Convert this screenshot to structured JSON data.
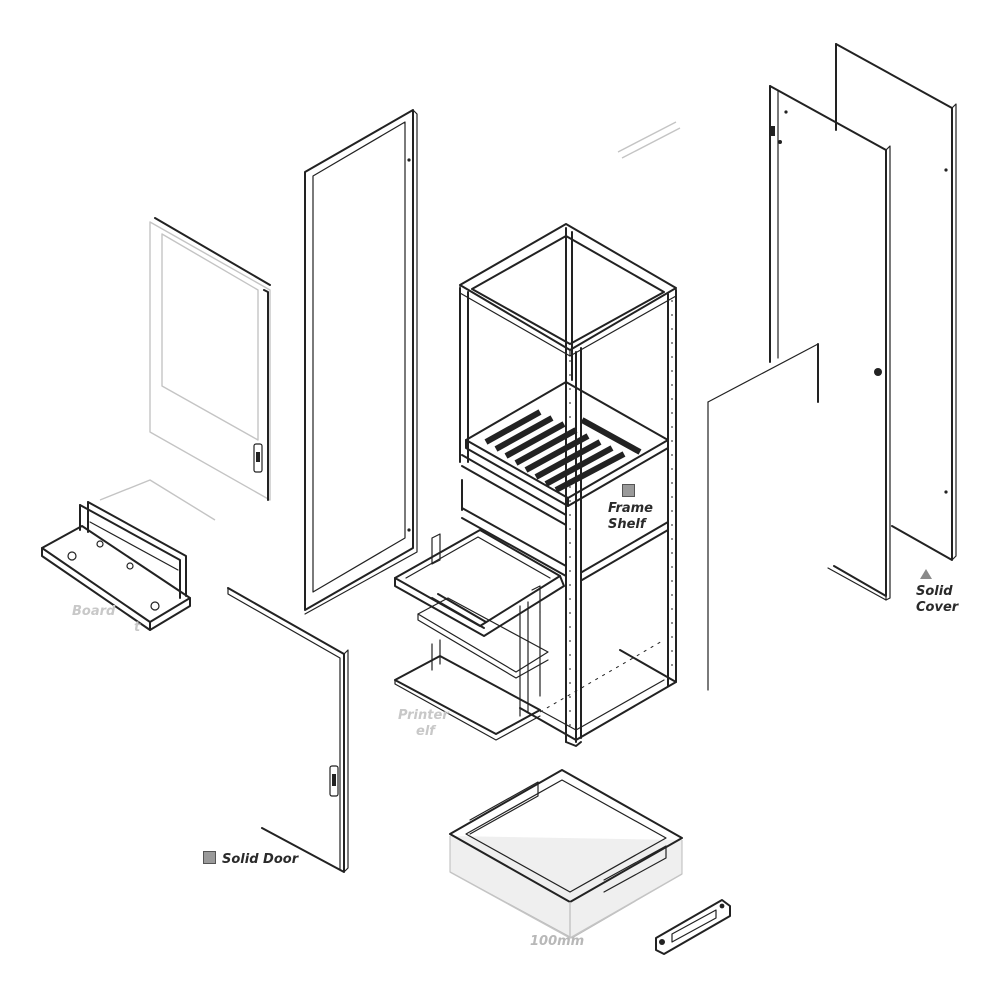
{
  "diagram": {
    "labels": {
      "frame_shelf_line1": "Frame",
      "frame_shelf_line2": "Shelf",
      "solid_cover_line1": "Solid",
      "solid_cover_line2": "Cover",
      "solid_door": "Solid Door",
      "faint_left": "Board",
      "faint_left_2": "t",
      "faint_printer_1": "Printer",
      "faint_printer_2": "elf",
      "faint_plinth": "100mm"
    },
    "icons": {
      "frame_shelf": "square-marker-icon",
      "solid_cover": "triangle-marker-icon",
      "solid_door": "square-marker-icon"
    },
    "colors": {
      "line": "#222222",
      "faded": "#c4c4c4",
      "marker": "#9a9a9a"
    }
  }
}
